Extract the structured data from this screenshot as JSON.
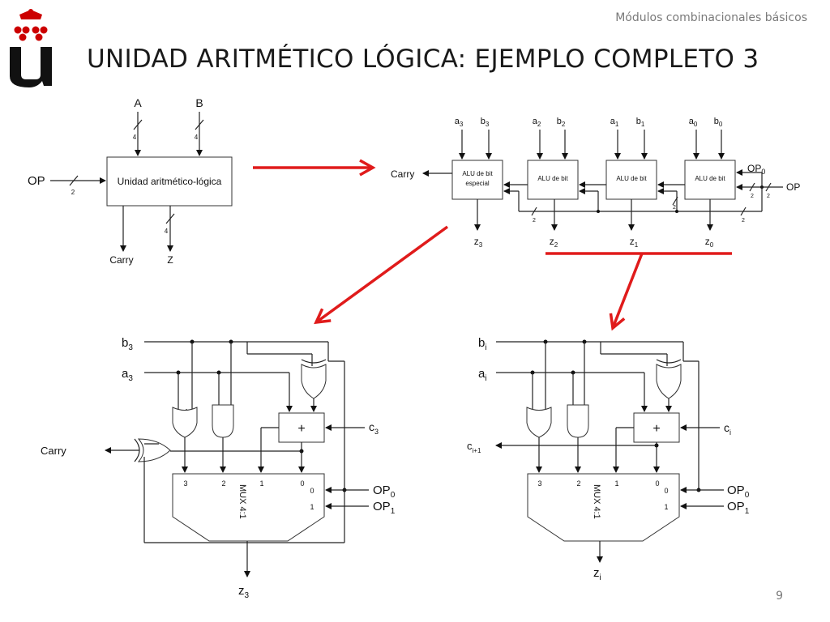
{
  "header": {
    "subtitle": "Módulos combinacionales básicos",
    "title": "UNIDAD ARITMÉTICO LÓGICA: EJEMPLO COMPLETO 3",
    "page_number": "9"
  },
  "logo": {
    "icon": "university-u-logo-icon",
    "color": "#cc0000"
  },
  "colors": {
    "arrow": "#e01b1b",
    "wire": "#222222"
  },
  "block_diagram": {
    "box_label": "Unidad aritmético-lógica",
    "input_a": "A",
    "input_b": "B",
    "width_a": "4",
    "width_b": "4",
    "op_label": "OP",
    "op_width": "2",
    "carry_label": "Carry",
    "z_label": "Z",
    "z_width": "4"
  },
  "ripple_chain": {
    "cells": [
      {
        "label": "ALU de bit especial",
        "a": "3",
        "b": "3",
        "z": "3"
      },
      {
        "label": "ALU de bit",
        "a": "2",
        "b": "2",
        "z": "2"
      },
      {
        "label": "ALU de bit",
        "a": "1",
        "b": "1",
        "z": "1"
      },
      {
        "label": "ALU de bit",
        "a": "0",
        "b": "0",
        "z": "0"
      }
    ],
    "carry_label": "Carry",
    "op_label": "OP",
    "op0_label": "OP",
    "op0_sub": "0",
    "bus_width": "2"
  },
  "special_cell": {
    "b": "b",
    "b_sub": "3",
    "a": "a",
    "a_sub": "3",
    "carry_out": "Carry",
    "c_in": "c",
    "c_in_sub": "3",
    "adder": "+",
    "mux": "MUX 4:1",
    "mux_inputs": [
      "3",
      "2",
      "1",
      "0"
    ],
    "sel": [
      "0",
      "1"
    ],
    "op0": "OP",
    "op0_sub": "0",
    "op1": "OP",
    "op1_sub": "1",
    "z": "z",
    "z_sub": "3"
  },
  "generic_cell": {
    "b": "b",
    "b_sub": "i",
    "a": "a",
    "a_sub": "i",
    "c_out": "c",
    "c_out_sub": "i+1",
    "c_in": "c",
    "c_in_sub": "i",
    "adder": "+",
    "mux": "MUX 4:1",
    "mux_inputs": [
      "3",
      "2",
      "1",
      "0"
    ],
    "sel": [
      "0",
      "1"
    ],
    "op0": "OP",
    "op0_sub": "0",
    "op1": "OP",
    "op1_sub": "1",
    "z": "z",
    "z_sub": "i"
  }
}
